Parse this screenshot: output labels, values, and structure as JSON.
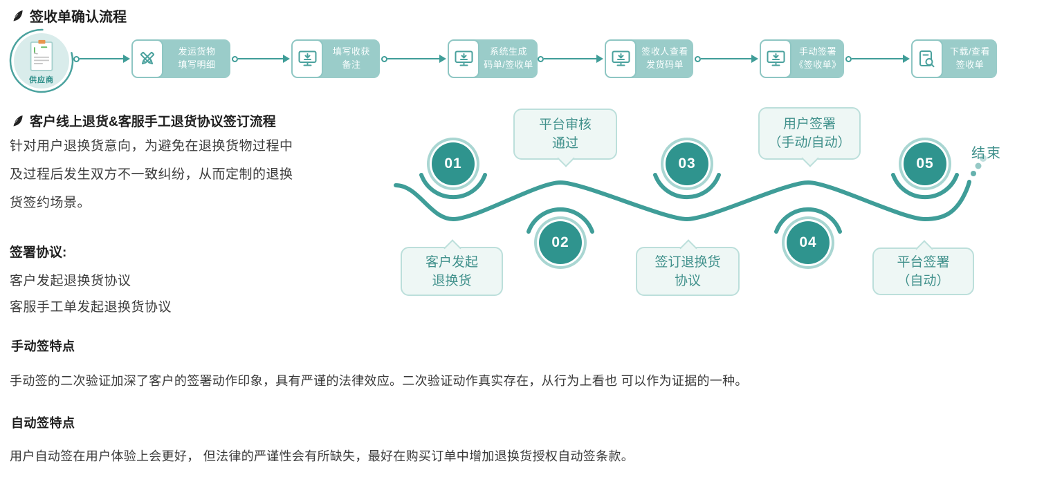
{
  "receipt_flow": {
    "title": "签收单确认流程",
    "start_label": "供应商",
    "steps": [
      {
        "icon": "pencils-cross-icon",
        "label": "发运货物\n填写明细"
      },
      {
        "icon": "monitor-download-icon",
        "label": "填写收获\n备注"
      },
      {
        "icon": "monitor-download-icon",
        "label": "系统生成\n码单/签收单"
      },
      {
        "icon": "monitor-download-icon",
        "label": "签收人查看\n发货码单"
      },
      {
        "icon": "monitor-download-icon",
        "label": "手动签署\n《签收单》"
      },
      {
        "icon": "doc-search-icon",
        "label": "下载/查看\n签收单"
      }
    ]
  },
  "return_flow": {
    "title": "客户线上退货&客服手工退货协议签订流程",
    "intro": "针对用户退换货意向，为避免在退换货物过程中\n及过程后发生双方不一致纠纷，从而定制的退换\n货签约场景。",
    "sign_heading": "签署协议:",
    "sign_items": [
      "客户发起退换货协议",
      "客服手工单发起退换货协议"
    ],
    "end_label": "结束",
    "steps": [
      {
        "num": "01",
        "label": "客户发起\n退换货"
      },
      {
        "num": "02",
        "label": "平台审核\n通过"
      },
      {
        "num": "03",
        "label": "签订退换货\n协议"
      },
      {
        "num": "04",
        "label": "用户签署\n（手动/自动）"
      },
      {
        "num": "05",
        "label": "平台签署\n（自动）"
      }
    ]
  },
  "manual_sign": {
    "heading": "手动签特点",
    "body": "手动签的二次验证加深了客户的签署动作印象，具有严谨的法律效应。二次验证动作真实存在，从行为上看也 可以作为证据的一种。"
  },
  "auto_sign": {
    "heading": "自动签特点",
    "body": "用户自动签在用户体验上会更好， 但法律的严谨性会有所缺失，最好在购买订单中增加退换货授权自动签条款。"
  },
  "colors": {
    "accent_teal": "#3f9d98",
    "step_box_fill": "#9accc9",
    "circle_fill": "#2f948e",
    "circle_ring": "#a9d6d2",
    "bubble_bg": "#eef7f5",
    "bubble_border": "#bcdfdb",
    "bubble_text": "#41918c"
  }
}
